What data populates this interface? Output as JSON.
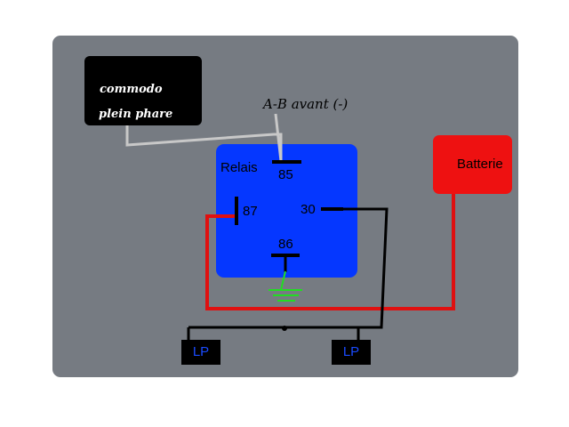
{
  "labels": {
    "commodo_line1": "commodo",
    "commodo_line2": "plein phare",
    "ab_avant": "A-B avant (-)",
    "relais": "Relais",
    "pin_85": "85",
    "pin_87": "87",
    "pin_30": "30",
    "pin_86": "86",
    "batterie": "Batterie",
    "lp_left": "LP",
    "lp_right": "LP"
  },
  "colors": {
    "board": "#767b82",
    "relay": "#0537ff",
    "battery": "#ee1111",
    "wire_grey": "#c8c8c8",
    "wire_red": "#e01010",
    "wire_black": "#000000",
    "ground_green": "#22dd22",
    "lp_text": "#1a4bff"
  }
}
